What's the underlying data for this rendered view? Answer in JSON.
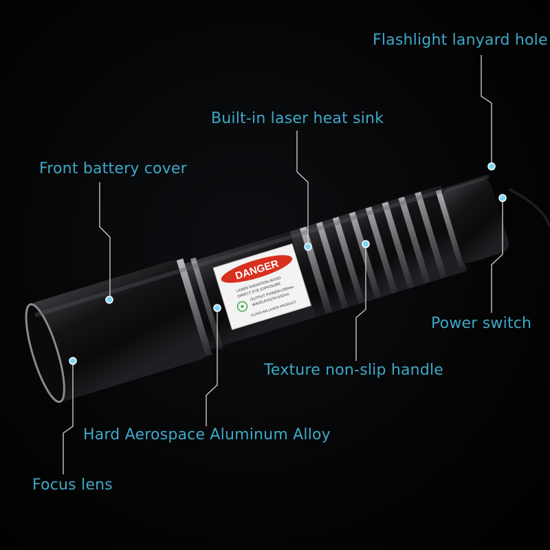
{
  "callouts": {
    "lanyard_hole": "Flashlight lanyard hole",
    "heat_sink": "Built-in laser heat sink",
    "battery_cover": "Front battery cover",
    "power_switch": "Power switch",
    "handle": "Texture non-slip handle",
    "alloy": "Hard Aerospace Aluminum Alloy",
    "focus_lens": "Focus lens"
  },
  "sticker": {
    "danger": "DANGER",
    "line1": "LASER RADIATION-AVOID",
    "line2": "DIRECT EYE EXPOSURE",
    "line3": "OUTPUT POWER<200mw",
    "line4": "WAVELENGTH 532nm",
    "line5": "CLASS IIIA LASER PRODUCT"
  },
  "colors": {
    "callout_text": "#3fa9c8",
    "callout_line": "#d8d8d8",
    "danger_red": "#d8301f",
    "body_metal": "#1a1a1c"
  }
}
